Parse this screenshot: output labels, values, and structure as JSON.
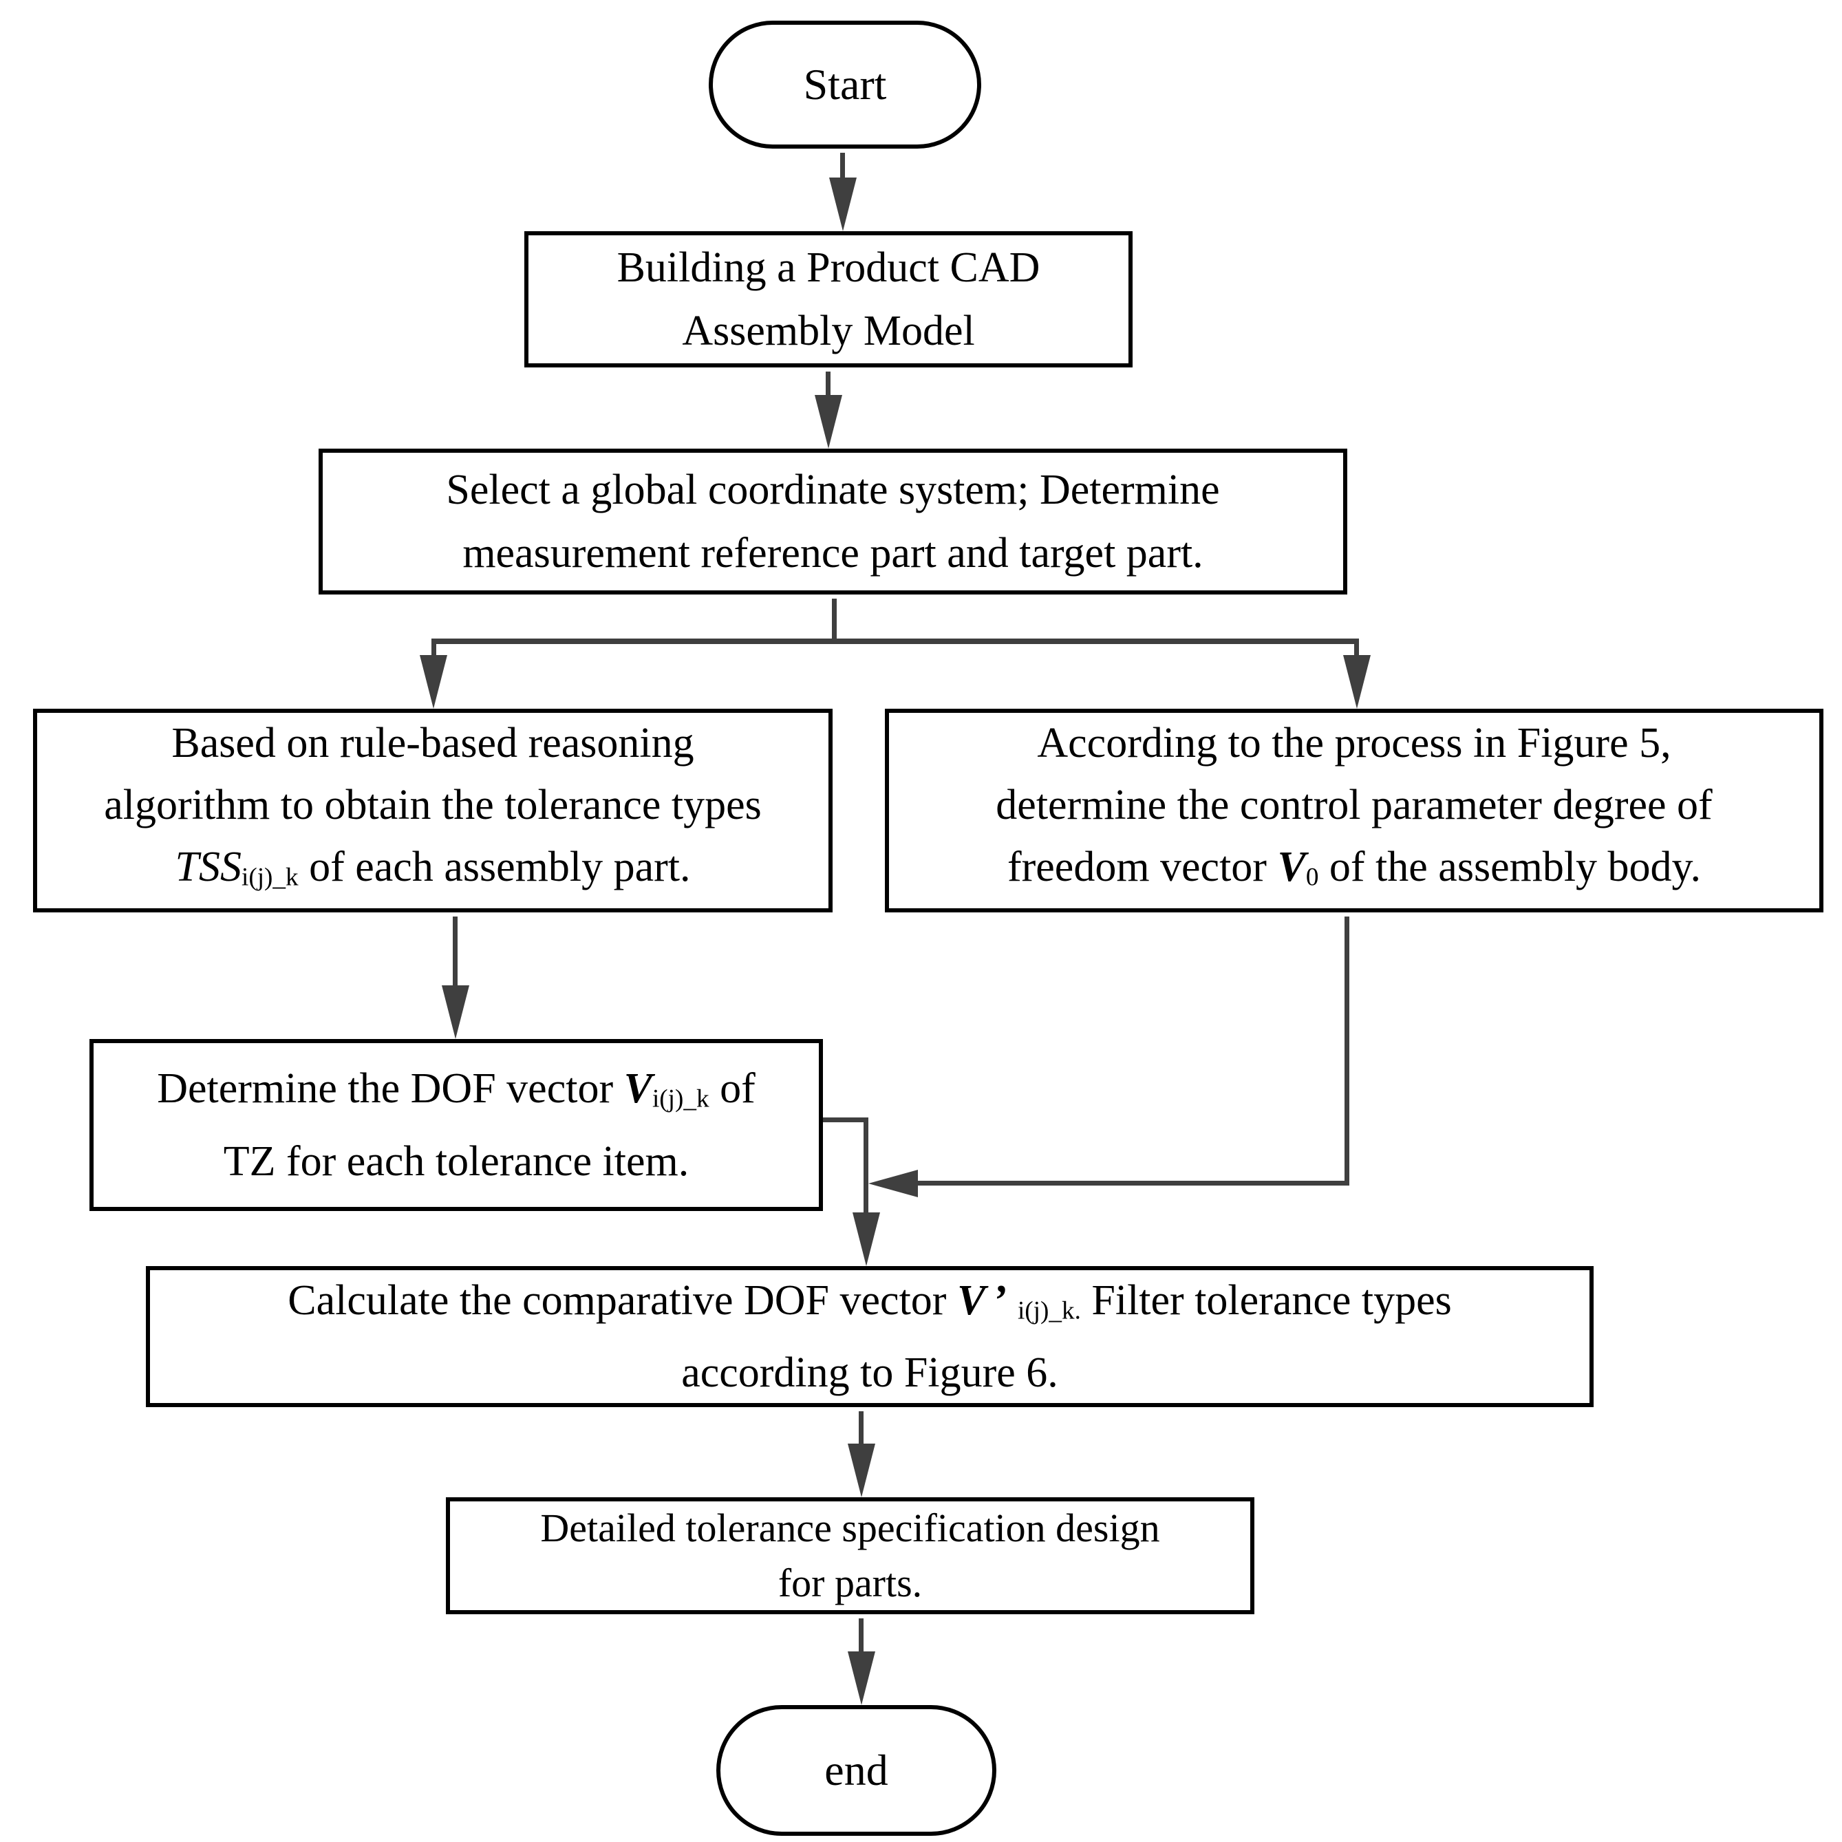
{
  "flowchart": {
    "background_color": "#ffffff",
    "box_border_color": "#000000",
    "arrow_color": "#3f3f3f",
    "text_color": "#000000",
    "nodes": {
      "start": {
        "type": "terminator",
        "label": "Start"
      },
      "build_cad": {
        "type": "process",
        "line1": "Building a Product CAD",
        "line2": "Assembly Model"
      },
      "select_gcs": {
        "type": "process",
        "line1": "Select a global coordinate system; Determine",
        "line2": "measurement reference part and target part."
      },
      "rule_reasoning": {
        "type": "process",
        "line1": "Based on rule-based reasoning",
        "line2": "algorithm to obtain the tolerance types",
        "line3_var": "TSS",
        "line3_sub": "i(j)_k",
        "line3_rest": " of each assembly part."
      },
      "figure5_process": {
        "type": "process",
        "line1": "According to the process in Figure 5,",
        "line2": "determine the control parameter degree of",
        "line3_pre": "freedom vector ",
        "line3_var": "V",
        "line3_sub": "0",
        "line3_rest": " of the assembly body."
      },
      "dof_vector": {
        "type": "process",
        "line1_pre": "Determine the DOF vector ",
        "line1_var": "V",
        "line1_sub": "i(j)_k",
        "line1_rest": " of",
        "line2": "TZ for each tolerance item."
      },
      "calc_comparative_dof": {
        "type": "process",
        "line1_pre": "Calculate the comparative DOF vector ",
        "line1_var": "V",
        "line1_prime": "’",
        "line1_sub": "i(j)_k.",
        "line1_rest": " Filter tolerance types",
        "line2": "according to Figure 6."
      },
      "detail_design": {
        "type": "process",
        "line1": "Detailed tolerance specification design",
        "line2": "for parts."
      },
      "end": {
        "type": "terminator",
        "label": "end"
      }
    }
  }
}
